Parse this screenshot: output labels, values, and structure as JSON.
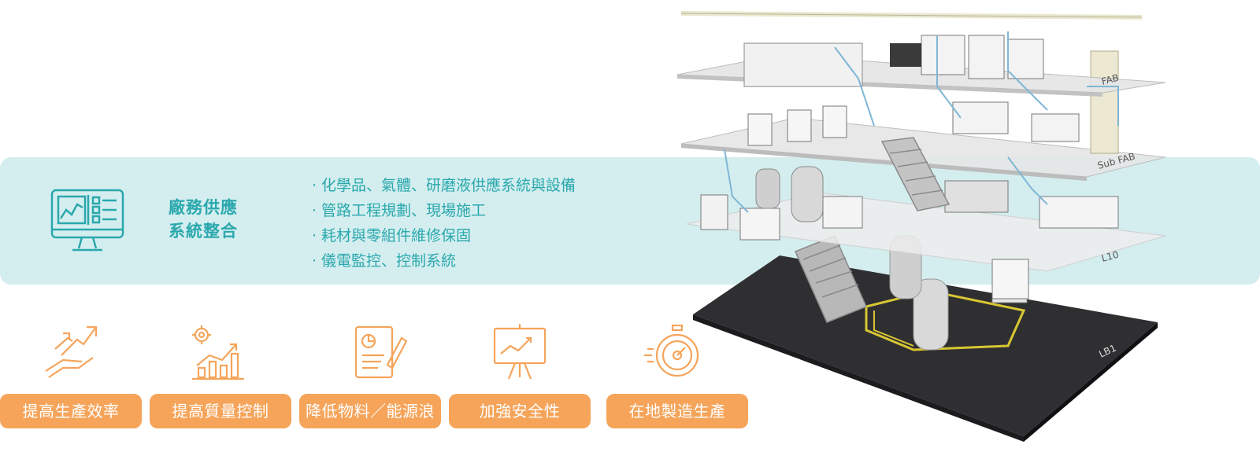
{
  "service": {
    "title_line1": "廠務供應",
    "title_line2": "系統整合",
    "items": [
      "化學品、氣體、研磨液供應系統與設備",
      "管路工程規劃、現場施工",
      "耗材與零組件維修保固",
      "儀電監控、控制系統"
    ],
    "icon": "monitor-dashboard-icon",
    "accent": "#2aa8ad",
    "band_color": "#d4eeef"
  },
  "features": [
    {
      "label": "提高生產效率",
      "icon": "hand-arrows-icon"
    },
    {
      "label": "提高質量控制",
      "icon": "gear-bar-chart-icon"
    },
    {
      "label": "降低物料／能源浪費",
      "icon": "document-pencil-icon"
    },
    {
      "label": "加強安全性",
      "icon": "presentation-board-icon"
    },
    {
      "label": "在地製造生產",
      "icon": "stopwatch-icon"
    }
  ],
  "feature_color": "#f5a45a",
  "building": {
    "floor_labels": [
      "FAB",
      "Sub FAB",
      "L10",
      "LB1"
    ]
  }
}
